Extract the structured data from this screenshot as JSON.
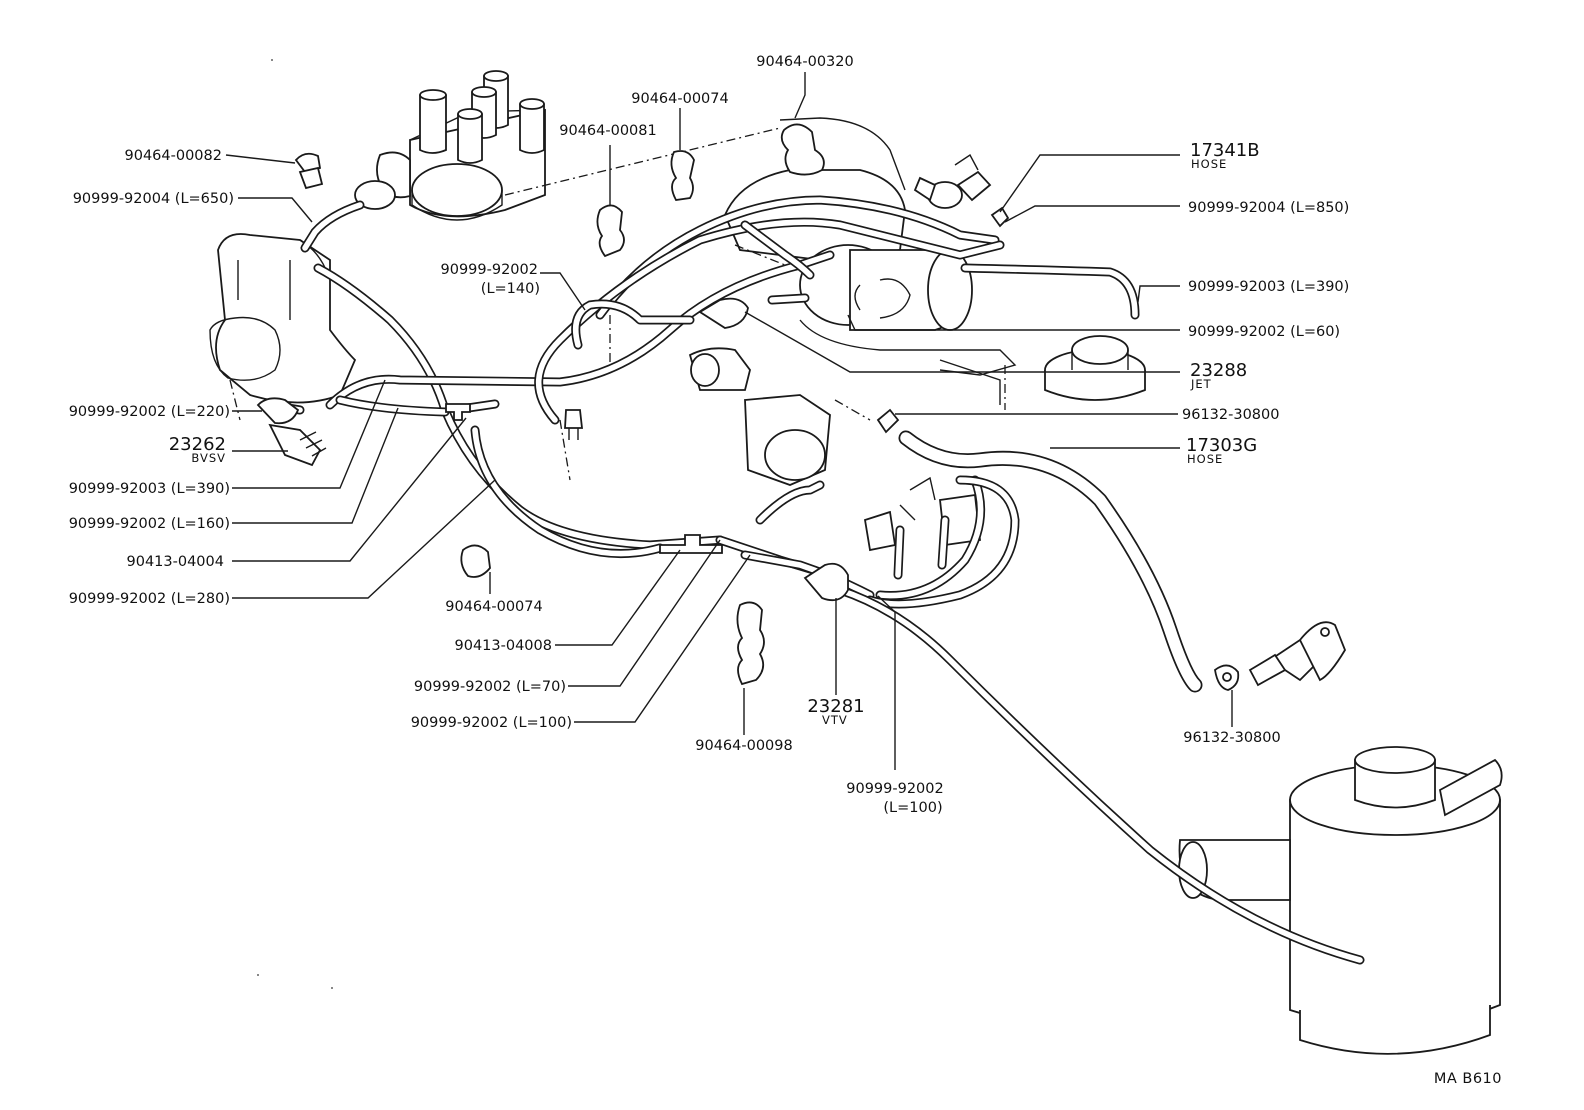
{
  "callouts": {
    "c_90464_00082": "90464-00082",
    "c_90999_92004_650": "90999-92004 (L=650)",
    "c_90464_00081": "90464-00081",
    "c_90464_00074_top": "90464-00074",
    "c_90464_00320": "90464-00320",
    "c_17341B": "17341B",
    "c_17341B_name": "HOSE",
    "c_90999_92004_850": "90999-92004 (L=850)",
    "c_90999_92003_390_right": "90999-92003 (L=390)",
    "c_90999_92002_60": "90999-92002 (L=60)",
    "c_23288": "23288",
    "c_23288_name": "JET",
    "c_96132_30800_mid": "96132-30800",
    "c_17303G": "17303G",
    "c_17303G_name": "HOSE",
    "c_90999_92002_140_a": "90999-92002",
    "c_90999_92002_140_b": "(L=140)",
    "c_90999_92002_220": "90999-92002 (L=220)",
    "c_23262": "23262",
    "c_23262_name": "BVSV",
    "c_90999_92003_390_left": "90999-92003 (L=390)",
    "c_90999_92002_160": "90999-92002 (L=160)",
    "c_90413_04004": "90413-04004",
    "c_90999_92002_280": "90999-92002 (L=280)",
    "c_90464_00074_low": "90464-00074",
    "c_90413_04008": "90413-04008",
    "c_90999_92002_70": "90999-92002 (L=70)",
    "c_90999_92002_100_left": "90999-92002 (L=100)",
    "c_90464_00098": "90464-00098",
    "c_23281": "23281",
    "c_23281_name": "VTV",
    "c_90999_92002_100_low_a": "90999-92002",
    "c_90999_92002_100_low_b": "(L=100)",
    "c_96132_30800_right": "96132-30800"
  },
  "figure_code": "MA  B610"
}
